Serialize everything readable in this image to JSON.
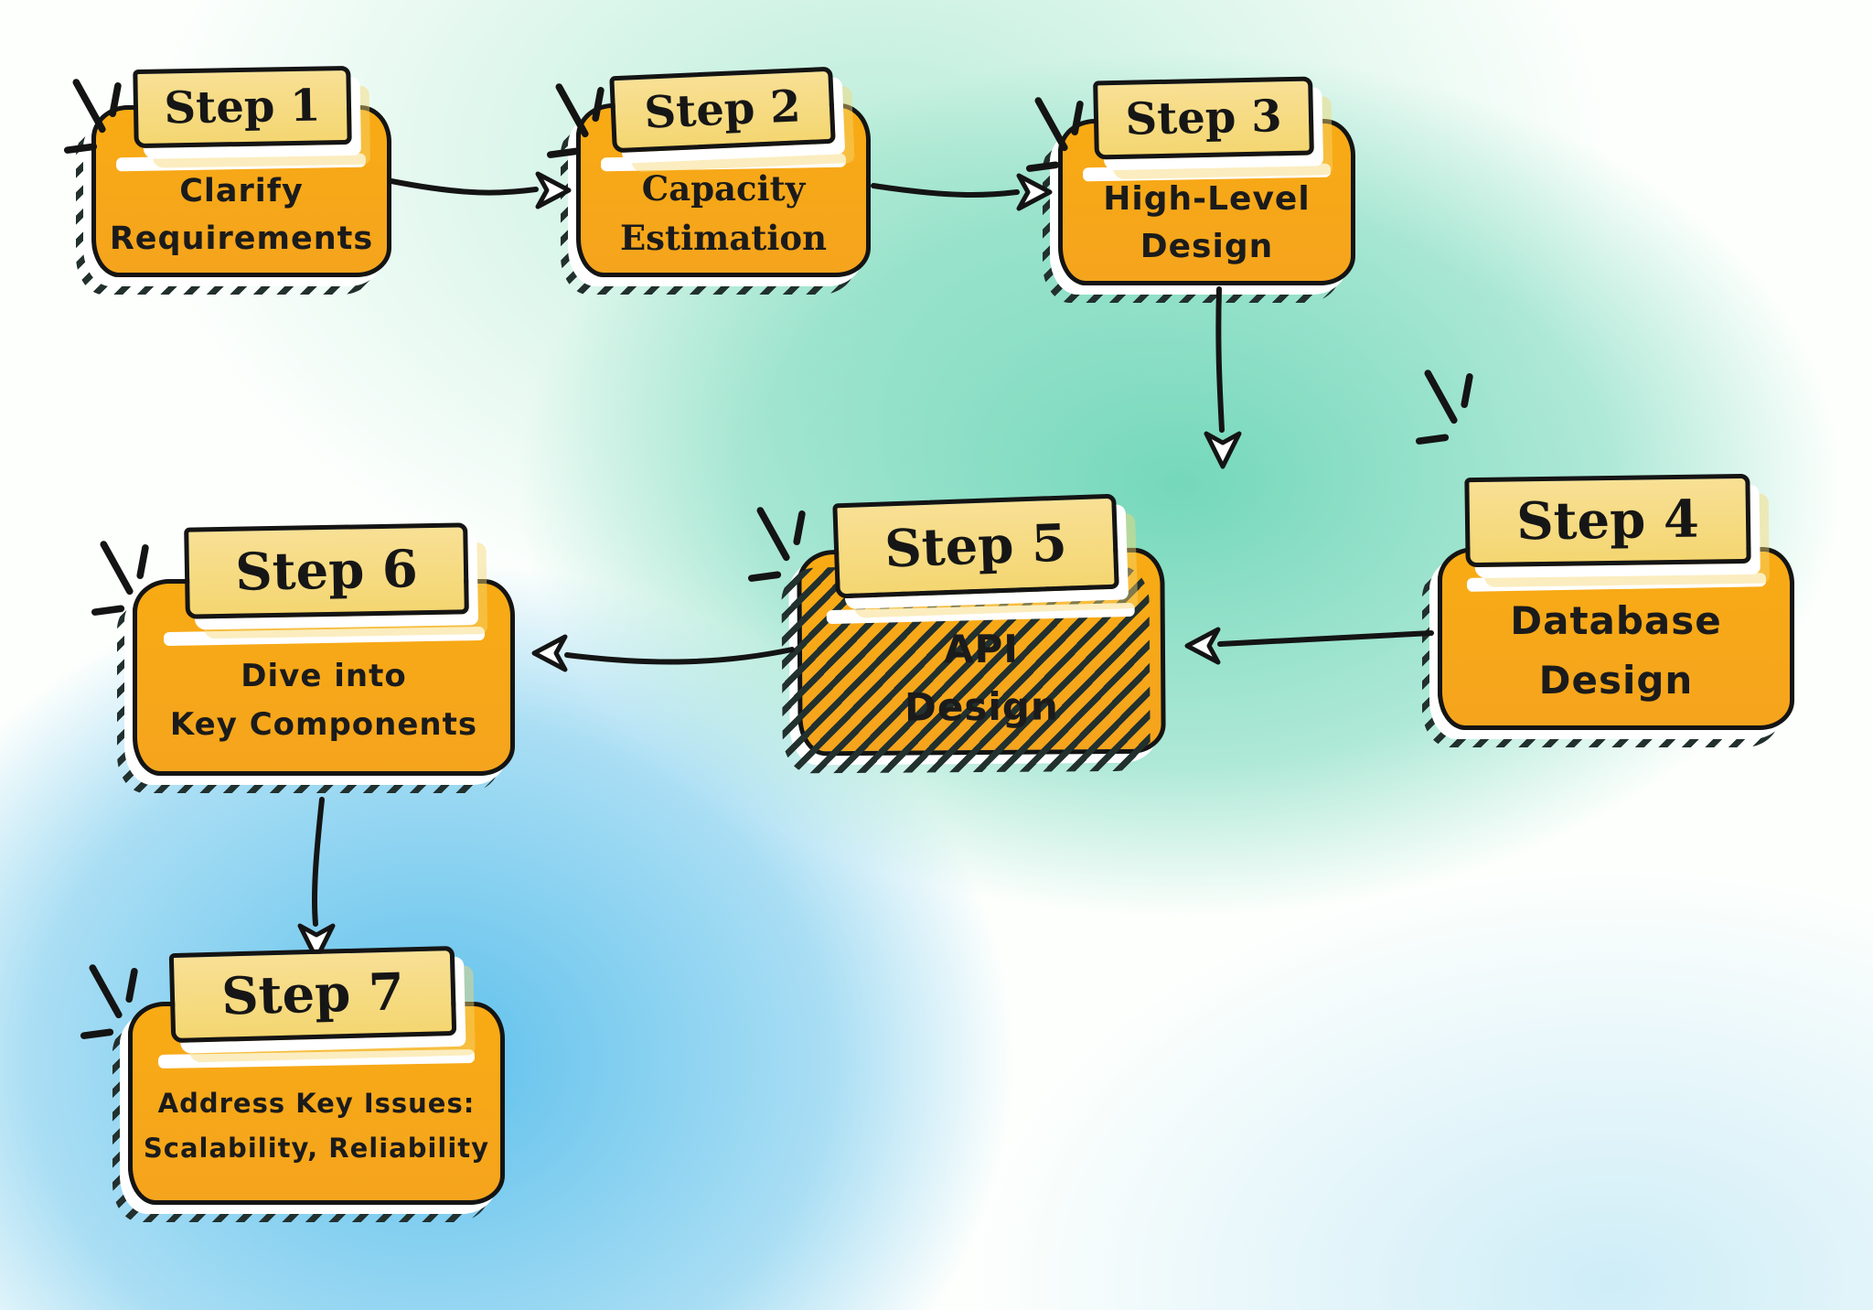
{
  "steps": [
    {
      "label": "Step 1",
      "line1": "Clarify",
      "line2": "Requirements"
    },
    {
      "label": "Step 2",
      "line1": "Capacity",
      "line2": "Estimation"
    },
    {
      "label": "Step 3",
      "line1": "High-Level",
      "line2": "Design"
    },
    {
      "label": "Step 4",
      "line1": "Database",
      "line2": "Design"
    },
    {
      "label": "Step 5",
      "line1": "API",
      "line2": "Design"
    },
    {
      "label": "Step 6",
      "line1": "Dive into",
      "line2": "Key Components"
    },
    {
      "label": "Step 7",
      "line1": "Address Key Issues:",
      "line2": "Scalability, Reliability"
    }
  ],
  "connections": [
    {
      "from": "Step 1",
      "to": "Step 2"
    },
    {
      "from": "Step 2",
      "to": "Step 3"
    },
    {
      "from": "Step 3",
      "to": "Step 4"
    },
    {
      "from": "Step 4",
      "to": "Step 5"
    },
    {
      "from": "Step 5",
      "to": "Step 6"
    },
    {
      "from": "Step 6",
      "to": "Step 7"
    }
  ],
  "colors": {
    "box_fill": "#F7A816",
    "tab_fill": "#F6DB7D",
    "outline": "#141414",
    "bg_teal": "#6ED6B7",
    "bg_blue": "#56BDEB",
    "text": "#1B1B1B"
  }
}
